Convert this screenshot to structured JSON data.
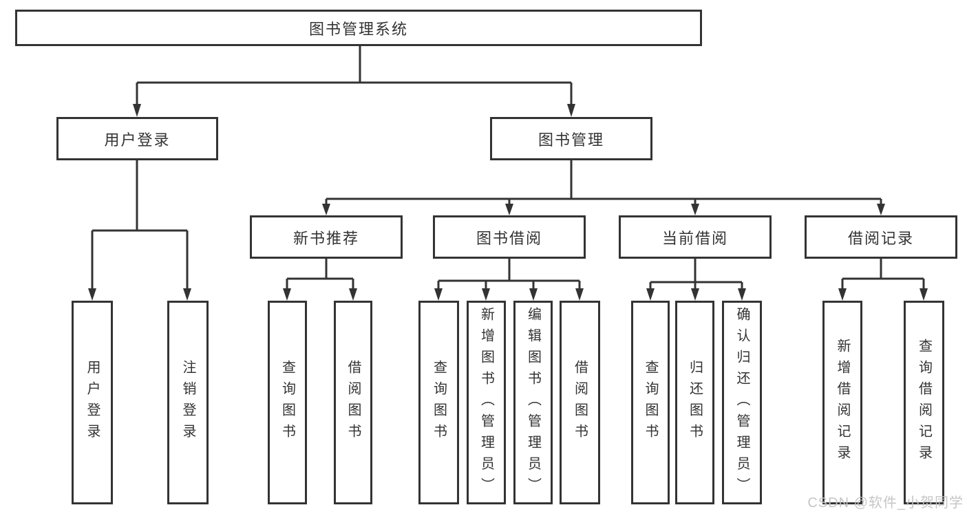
{
  "diagram": {
    "root": "图书管理系统",
    "user_login": {
      "label": "用户登录",
      "children": {
        "login": "用户登录",
        "logout": "注销登录"
      }
    },
    "book_mgmt": {
      "label": "图书管理",
      "new_books": {
        "label": "新书推荐",
        "children": {
          "query": "查询图书",
          "borrow": "借阅图书"
        }
      },
      "book_borrow": {
        "label": "图书借阅",
        "children": {
          "query": "查询图书",
          "add": "新增图书（管理员）",
          "edit": "编辑图书（管理员）",
          "borrow": "借阅图书"
        }
      },
      "current_borrow": {
        "label": "当前借阅",
        "children": {
          "query": "查询图书",
          "return": "归还图书",
          "confirm": "确认归还（管理员）"
        }
      },
      "borrow_records": {
        "label": "借阅记录",
        "children": {
          "add": "新增借阅记录",
          "query": "查询借阅记录"
        }
      }
    }
  },
  "watermark": "CSDN @软件_小贺同学"
}
